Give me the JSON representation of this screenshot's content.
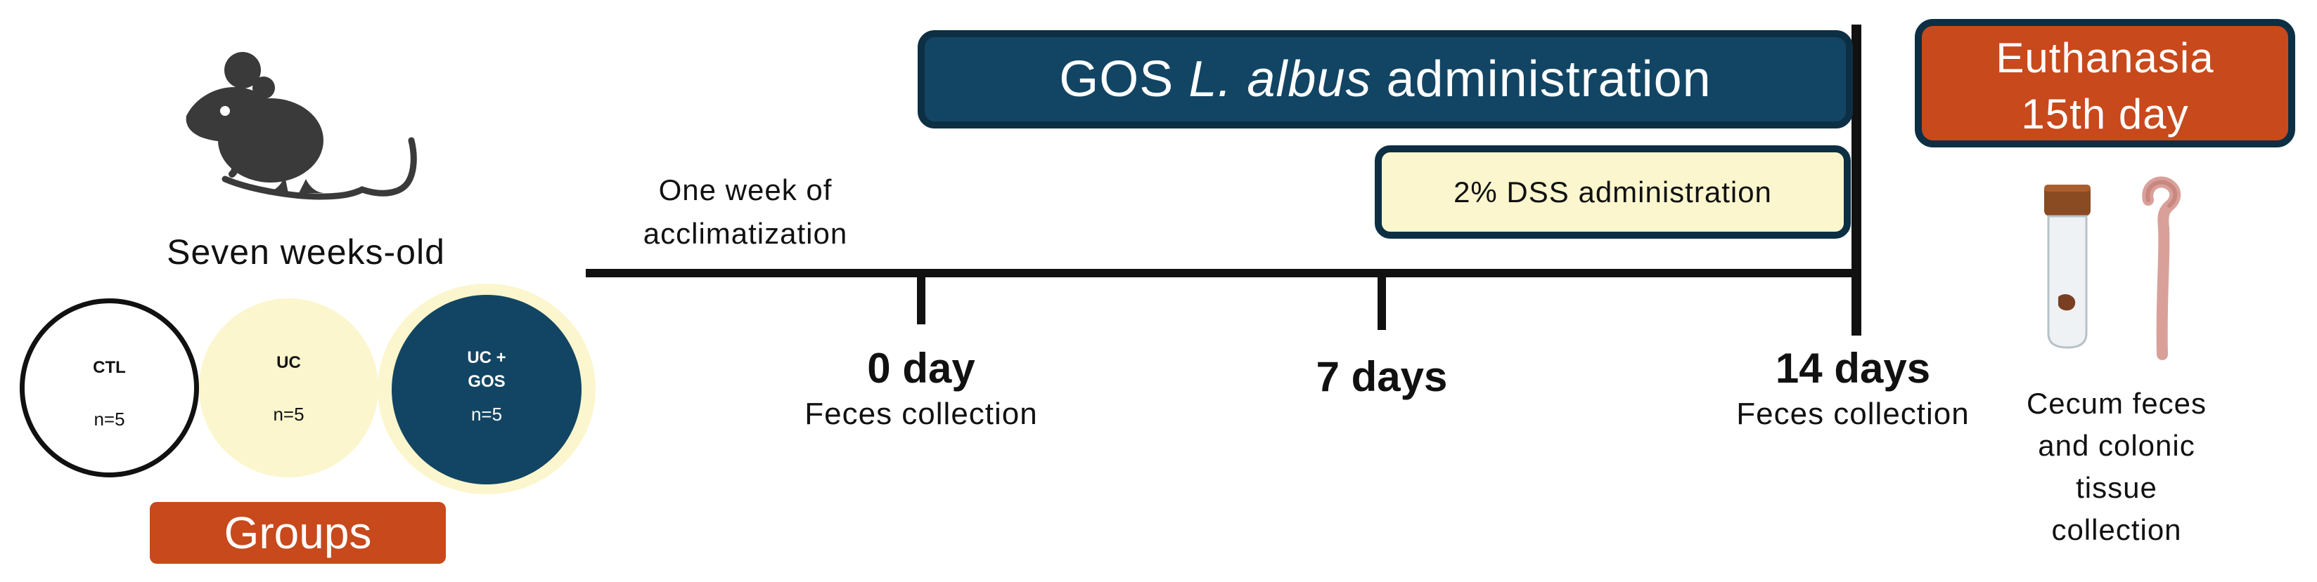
{
  "subjects": {
    "age_label": "Seven weeks-old"
  },
  "groups": {
    "title": "Groups",
    "items": [
      {
        "label": "CTL",
        "n": "n=5"
      },
      {
        "label": "UC",
        "n": "n=5"
      },
      {
        "label_line1": "UC +",
        "label_line2": "GOS",
        "n": "n=5"
      }
    ]
  },
  "timeline": {
    "acclimatization_line1": "One week of",
    "acclimatization_line2": "acclimatization",
    "gos_prefix": "GOS ",
    "gos_species": "L. albus",
    "gos_suffix": " administration",
    "dss_label": "2% DSS administration",
    "milestones": [
      {
        "day": "0 day",
        "note": "Feces collection"
      },
      {
        "day": "7 days",
        "note": ""
      },
      {
        "day": "14 days",
        "note": "Feces collection"
      }
    ]
  },
  "euthanasia": {
    "line1": "Euthanasia",
    "line2": "15th day",
    "collection_lines": [
      "Cecum feces",
      "and colonic",
      "tissue",
      "collection"
    ]
  },
  "colors": {
    "navy": "#124563",
    "navy_border": "#0c2f44",
    "cream": "#fbf6cd",
    "orange": "#c7491c",
    "mouse": "#3a3a3a"
  }
}
